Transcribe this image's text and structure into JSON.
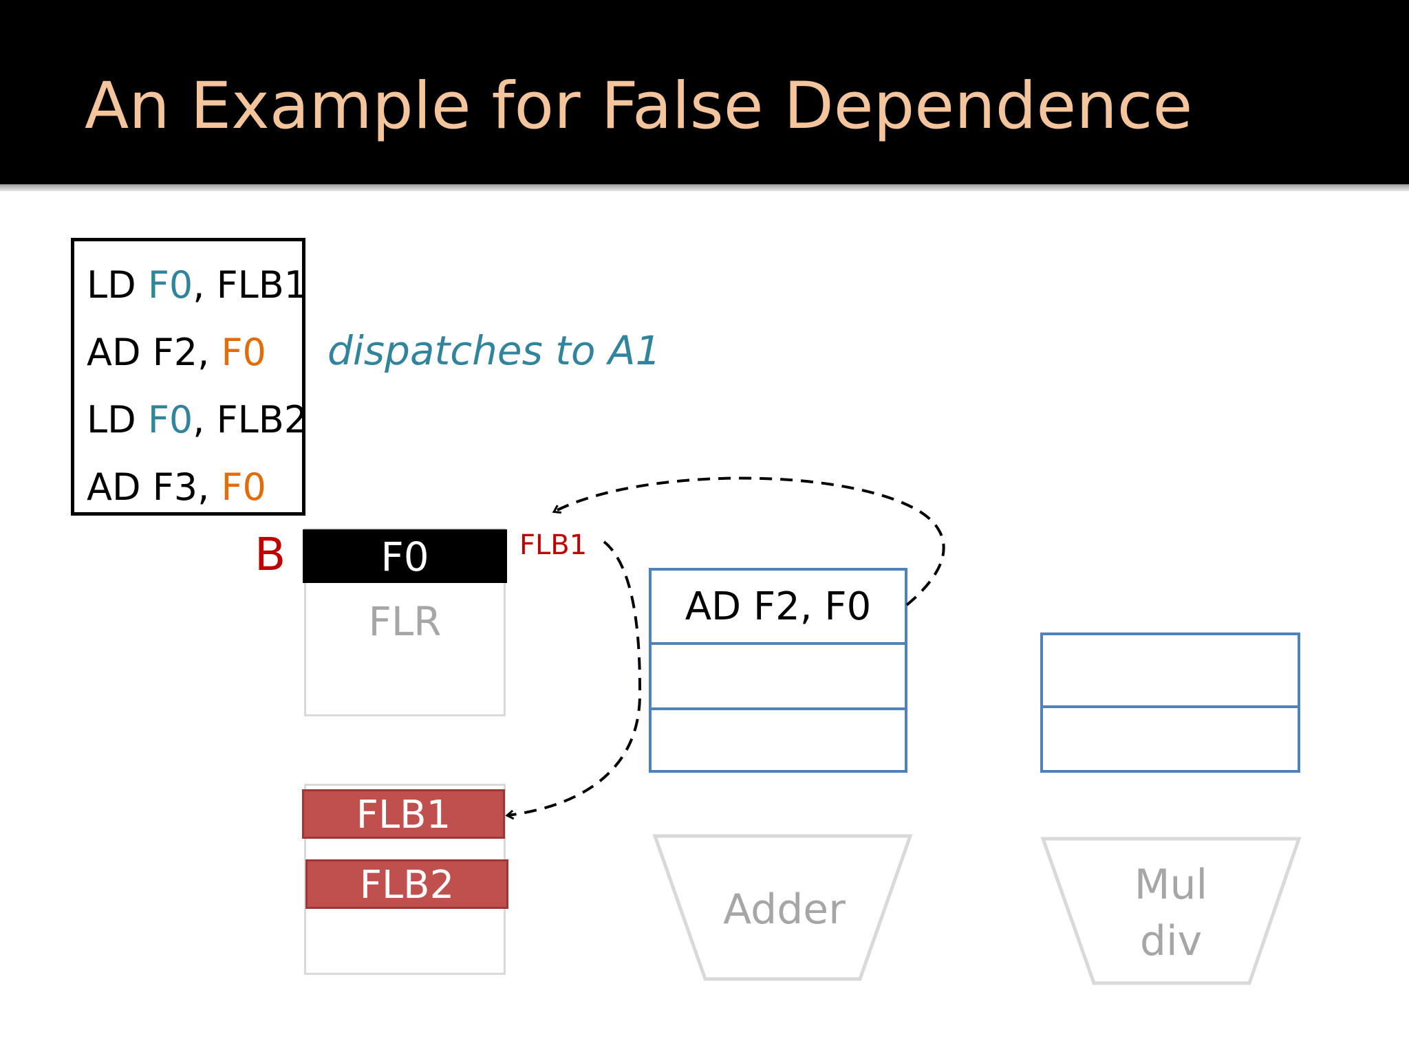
{
  "slide": {
    "title": "An Example for False Dependence"
  },
  "code": [
    {
      "op": "LD ",
      "reg": "F0",
      "sep": ", ",
      "src": "FLB1",
      "reg_color": "blue"
    },
    {
      "op": "AD F2, ",
      "reg": "F0",
      "sep": "",
      "src": "",
      "reg_color": "orange"
    },
    {
      "op": "LD ",
      "reg": "F0",
      "sep": ", ",
      "src": "FLB2",
      "reg_color": "blue"
    },
    {
      "op": "AD F3, ",
      "reg": "F0",
      "sep": "",
      "src": "",
      "reg_color": "orange"
    }
  ],
  "annotation": "dispatches to A1",
  "register_file": {
    "busy_label": "B",
    "entry": "F0",
    "name": "FLR",
    "tag": "FLB1"
  },
  "load_buffers": [
    "FLB1",
    "FLB2"
  ],
  "adder_station": {
    "entries": [
      "AD F2, F0",
      "",
      ""
    ],
    "unit_label": "Adder"
  },
  "muldiv_station": {
    "entries": [
      "",
      ""
    ],
    "unit_label_line1": "Mul",
    "unit_label_line2": "div"
  },
  "colors": {
    "title": "#f4c59c",
    "register_blue": "#31849b",
    "register_orange": "#e36c0a",
    "tag_red": "#c00000",
    "buffer_red": "#c0504d",
    "station_blue": "#4f81bd",
    "unit_gray": "#a6a6a6"
  }
}
